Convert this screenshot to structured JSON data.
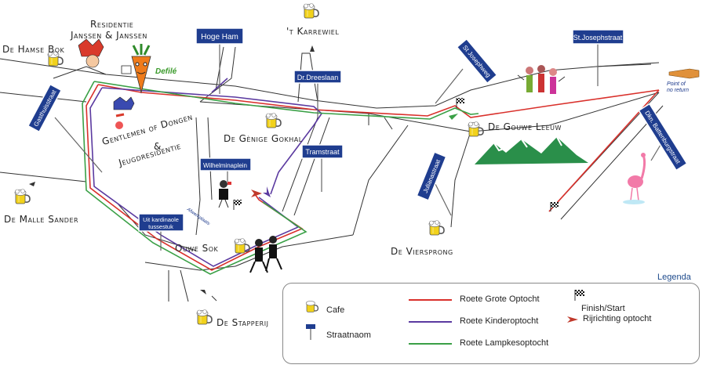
{
  "places": {
    "residentie_line1": "Residentie",
    "residentie_line2": "Janssen & Janssen",
    "hamse_bok": "De Hamse Bok",
    "karrewiel": "'t Karrewiel",
    "gentlemen_line1": "Gentlemen of Dongen",
    "gentlemen_line2": "&",
    "gentlemen_line3": "Jeugdresidentie",
    "genige_gokhal": "De Gènige Gokhal",
    "gouwe_leeuw": "De Gouwe Leeuw",
    "malle_sander": "De Malle Sander",
    "ouwe_sok": "Ouwe Sok",
    "viersprong": "De Viersprong",
    "stapperij": "De Stapperij"
  },
  "street_signs": {
    "hoge_ham": "Hoge Ham",
    "dr_dreeslaan": "Dr.Dreeslaan",
    "tramstraat": "Tramstraat",
    "wilhelminaplein": "Wilhelminaplein",
    "uit_kardinaole_1": "Uit kardinaole",
    "uit_kardinaole_2": "tussestuk",
    "gasthuisstraat": "Gasthuisstraat",
    "st_josephweg": "St Josephweg",
    "st_josephstraat": "St.Josephstraat",
    "julianastraat": "Julianastraat",
    "dkn_battenburgstraat": "Dkn. Battenburgstraat"
  },
  "labels": {
    "defile": "Defilé",
    "point_of_no_return_1": "Point of",
    "point_of_no_return_2": "no return",
    "afwerkplaats": "Afwerkplaats"
  },
  "legend": {
    "title": "Legenda",
    "cafe": "Cafe",
    "straatnaom": "Straatnaom",
    "grote": "Roete Grote Optocht",
    "kinder": "Roete Kinderoptocht",
    "lampkes": "Roete Lampkesoptocht",
    "finish": "Finish/Start",
    "rijrichting": "Rijrichting optocht"
  },
  "colors": {
    "route_grote": "#d9302b",
    "route_kinder": "#5b3aa0",
    "route_lampkes": "#3aa046",
    "sign_fill": "#1f3d8f",
    "mountains": "#2a8f4a",
    "beer": "#f2d21b"
  },
  "icons": [
    "beer-mug-icon",
    "street-sign-icon",
    "checkered-flag-icon",
    "direction-arrow-icon",
    "carrot-mascot-icon",
    "pointing-hand-icon"
  ]
}
